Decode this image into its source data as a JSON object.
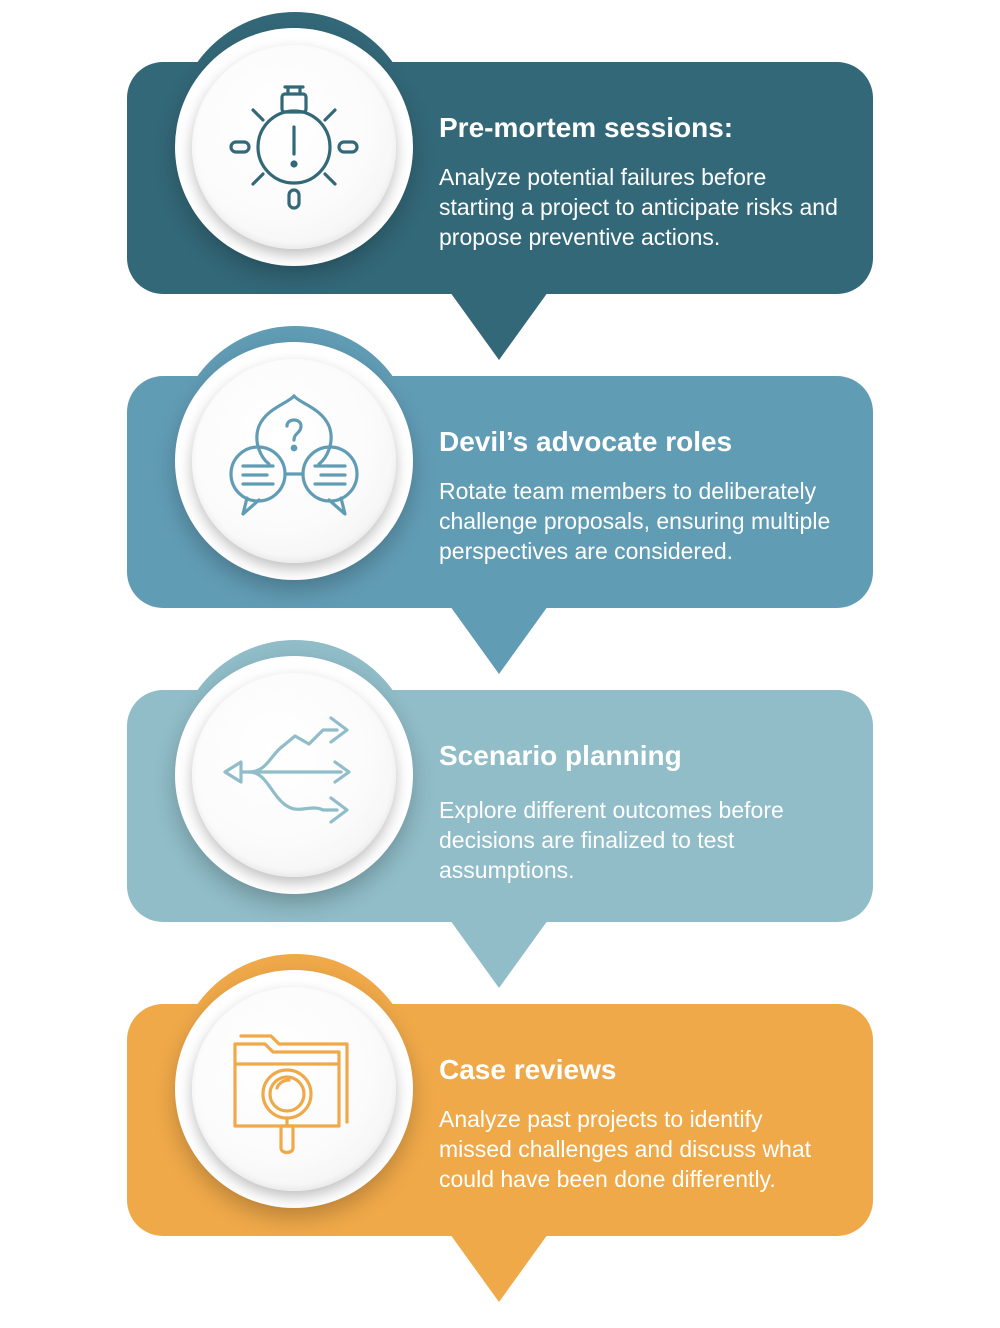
{
  "steps": [
    {
      "title": "Pre-mortem sessions:",
      "description": "Analyze potential failures before starting a project to anticipate risks and propose preventive actions.",
      "icon": "lightbulb-alert-icon",
      "color": "#336878"
    },
    {
      "title": "Devil’s advocate roles",
      "description": "Rotate team members to deliberately challenge proposals, ensuring multiple perspectives are considered.",
      "icon": "chat-question-icon",
      "color": "#619cb5"
    },
    {
      "title": "Scenario planning",
      "description": "Explore different outcomes before decisions are finalized to test assumptions.",
      "icon": "branching-arrows-icon",
      "color": "#90bdc8"
    },
    {
      "title": "Case reviews",
      "description": "Analyze past projects to identify missed challenges and discuss what could have been done differently.",
      "icon": "folder-search-icon",
      "color": "#f0a949"
    }
  ]
}
